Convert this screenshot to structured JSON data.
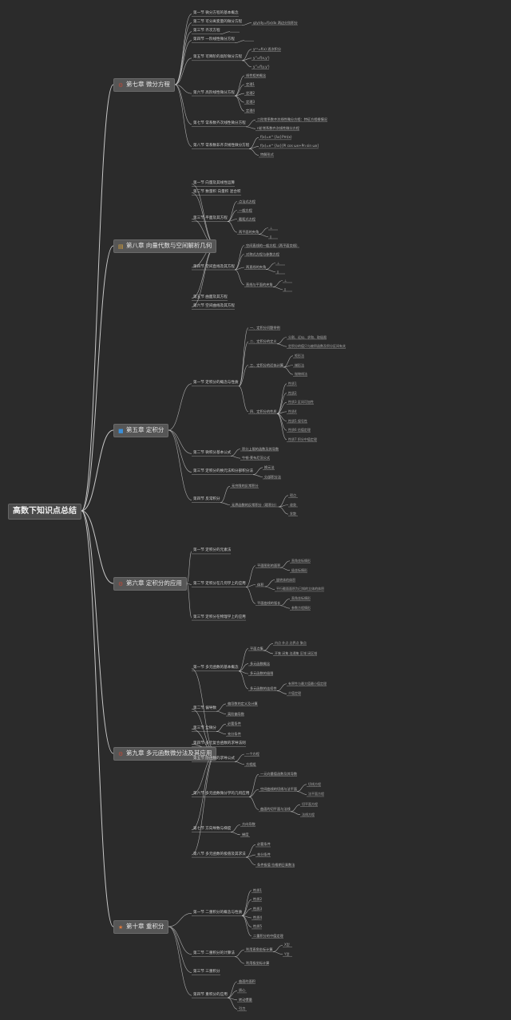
{
  "title": "高数下知识点总结",
  "chapters": [
    {
      "label": "第七章 微分方程",
      "icon": "gear-icon",
      "icon_color": "#b84a3a",
      "children": [
        {
          "label": "第一节 微分方程的基本概念"
        },
        {
          "label": "第二节 可分离变量的微分方程",
          "children": [
            {
              "label": "g(y)dy=f(x)dx 两边分别积分"
            }
          ]
        },
        {
          "label": "第三节 齐次方程",
          "children": [
            {
              "label": ""
            }
          ]
        },
        {
          "label": "第四节 一阶线性微分方程",
          "children": [
            {
              "label": ""
            }
          ]
        },
        {
          "label": "第五节 可降阶的高阶微分方程",
          "children": [
            {
              "label": "y⁽ⁿ⁾=f(x) 逐次积分"
            },
            {
              "label": "y''=f(x,y')"
            },
            {
              "label": "y''=f(y,y')"
            }
          ]
        },
        {
          "label": "第六节 高阶线性微分方程",
          "children": [
            {
              "label": "线性相关概念"
            },
            {
              "label": "定理1"
            },
            {
              "label": "定理2"
            },
            {
              "label": "定理3"
            },
            {
              "label": "定理4"
            }
          ]
        },
        {
          "label": "第七节 常系数齐次线性微分方程",
          "children": [
            {
              "label": "二阶常系数齐次线性微分方程：特征方程根情况"
            },
            {
              "label": "n阶常系数齐次线性微分方程"
            }
          ]
        },
        {
          "label": "第八节 常系数非齐次线性微分方程",
          "children": [
            {
              "label": "f(x)=e^{λx}Pm(x)"
            },
            {
              "label": "f(x)=e^{λx}[Pl cos ωx+Pn sin ωx]"
            },
            {
              "label": "特解形式"
            }
          ]
        }
      ]
    },
    {
      "label": "第八章 向量代数与空间解析几何",
      "icon": "notebook-icon",
      "icon_color": "#d9a23a",
      "children": [
        {
          "label": "第一节 向量及其线性运算"
        },
        {
          "label": "第二节 数量积 向量积 混合积"
        },
        {
          "label": "第三节 平面及其方程",
          "children": [
            {
              "label": "点法式方程"
            },
            {
              "label": "一般方程"
            },
            {
              "label": "截距式方程"
            },
            {
              "label": "两平面的夹角",
              "children": [
                {
                  "label": "⊥"
                },
                {
                  "label": "∥"
                }
              ]
            }
          ]
        },
        {
          "label": "第四节 空间直线及其方程",
          "children": [
            {
              "label": "空间直线的一般方程（两平面交线）"
            },
            {
              "label": "对称式方程与参数方程"
            },
            {
              "label": "两直线的夹角",
              "children": [
                {
                  "label": "⊥"
                },
                {
                  "label": "∥"
                }
              ]
            },
            {
              "label": "直线与平面的夹角",
              "children": [
                {
                  "label": "⊥"
                },
                {
                  "label": "∥"
                }
              ]
            }
          ]
        },
        {
          "label": "第五节 曲面及其方程"
        },
        {
          "label": "第六节 空间曲线及其方程"
        }
      ]
    },
    {
      "label": "第五章 定积分",
      "icon": "book-icon",
      "icon_color": "#3a8fd9",
      "children": [
        {
          "label": "第一节 定积分的概念与性质",
          "children": [
            {
              "label": "一、定积分问题举例"
            },
            {
              "label": "二、定积分的定义",
              "children": [
                {
                  "label": "分割、近似、求和、取极限"
                },
                {
                  "label": "定积分的值只与被积函数及积分区间有关"
                }
              ]
            },
            {
              "label": "三、定积分的近似计算",
              "children": [
                {
                  "label": "矩形法"
                },
                {
                  "label": "梯形法"
                },
                {
                  "label": "抛物线法"
                }
              ]
            },
            {
              "label": "四、定积分的性质",
              "children": [
                {
                  "label": "性质1"
                },
                {
                  "label": "性质2"
                },
                {
                  "label": "性质3 区间可加性"
                },
                {
                  "label": "性质4"
                },
                {
                  "label": "性质5 保号性"
                },
                {
                  "label": "性质6 估值定理"
                },
                {
                  "label": "性质7 积分中值定理"
                }
              ]
            }
          ]
        },
        {
          "label": "第二节 微积分基本公式",
          "children": [
            {
              "label": "积分上限的函数及其导数"
            },
            {
              "label": "牛顿-莱布尼茨公式"
            }
          ]
        },
        {
          "label": "第三节 定积分的换元法和分部积分法",
          "children": [
            {
              "label": "换元法"
            },
            {
              "label": "分部积分法"
            }
          ]
        },
        {
          "label": "第四节 反常积分",
          "children": [
            {
              "label": "无穷限的反常积分"
            },
            {
              "label": "无界函数的反常积分（瑕积分）",
              "children": [
                {
                  "label": "瑕点"
                },
                {
                  "label": "收敛"
                },
                {
                  "label": "发散"
                }
              ]
            }
          ]
        }
      ]
    },
    {
      "label": "第六章 定积分的应用",
      "icon": "gear-icon",
      "icon_color": "#b84a3a",
      "children": [
        {
          "label": "第一节 定积分的元素法"
        },
        {
          "label": "第二节 定积分在几何学上的应用",
          "children": [
            {
              "label": "平面图形的面积",
              "children": [
                {
                  "label": "直角坐标情形"
                },
                {
                  "label": "极坐标情形"
                }
              ]
            },
            {
              "label": "体积",
              "children": [
                {
                  "label": "旋转体的体积"
                },
                {
                  "label": "平行截面面积为已知的立体的体积"
                }
              ]
            },
            {
              "label": "平面曲线的弧长",
              "children": [
                {
                  "label": "直角坐标情形"
                },
                {
                  "label": "参数方程情形"
                }
              ]
            }
          ]
        },
        {
          "label": "第三节 定积分在物理学上的应用"
        }
      ]
    },
    {
      "label": "第九章 多元函数微分法及其应用",
      "icon": "gear-icon",
      "icon_color": "#b84a3a",
      "children": [
        {
          "label": "第一节 多元函数的基本概念",
          "children": [
            {
              "label": "平面点集",
              "children": [
                {
                  "label": "内点 外点 边界点 聚点"
                },
                {
                  "label": "开集 闭集 连通集 区域 闭区域"
                }
              ]
            },
            {
              "label": "多元函数概念"
            },
            {
              "label": "多元函数的极限"
            },
            {
              "label": "多元函数的连续性",
              "children": [
                {
                  "label": "有界性与最大值最小值定理"
                },
                {
                  "label": "介值定理"
                }
              ]
            }
          ]
        },
        {
          "label": "第二节 偏导数",
          "children": [
            {
              "label": "偏导数的定义及计算"
            },
            {
              "label": "高阶偏导数"
            }
          ]
        },
        {
          "label": "第三节 全微分",
          "children": [
            {
              "label": "必要条件"
            },
            {
              "label": "充分条件"
            }
          ]
        },
        {
          "label": "第四节 多元复合函数的求导法则"
        },
        {
          "label": "第五节 隐函数的求导公式",
          "children": [
            {
              "label": "一个方程"
            },
            {
              "label": "方程组"
            }
          ]
        },
        {
          "label": "第六节 多元函数微分学的几何应用",
          "children": [
            {
              "label": "一元向量值函数及其导数"
            },
            {
              "label": "空间曲线的切线与法平面",
              "children": [
                {
                  "label": "切线方程"
                },
                {
                  "label": "法平面方程"
                }
              ]
            },
            {
              "label": "曲面的切平面与法线",
              "children": [
                {
                  "label": "切平面方程"
                },
                {
                  "label": "法线方程"
                }
              ]
            }
          ]
        },
        {
          "label": "第七节 方向导数与梯度",
          "children": [
            {
              "label": "方向导数"
            },
            {
              "label": "梯度"
            }
          ]
        },
        {
          "label": "第八节 多元函数的极值及其求法",
          "children": [
            {
              "label": "必要条件"
            },
            {
              "label": "充分条件"
            },
            {
              "label": "条件极值 拉格朗日乘数法"
            }
          ]
        }
      ]
    },
    {
      "label": "第十章 重积分",
      "icon": "star-icon",
      "icon_color": "#e0783a",
      "children": [
        {
          "label": "第一节 二重积分的概念与性质",
          "children": [
            {
              "label": "性质1"
            },
            {
              "label": "性质2"
            },
            {
              "label": "性质3"
            },
            {
              "label": "性质4"
            },
            {
              "label": "性质5"
            },
            {
              "label": "二重积分的中值定理"
            }
          ]
        },
        {
          "label": "第二节 二重积分的计算法",
          "children": [
            {
              "label": "利用直角坐标计算",
              "children": [
                {
                  "label": "X型"
                },
                {
                  "label": "Y型"
                }
              ]
            },
            {
              "label": "利用极坐标计算"
            }
          ]
        },
        {
          "label": "第三节 三重积分"
        },
        {
          "label": "第四节 重积分的应用",
          "children": [
            {
              "label": "曲面的面积"
            },
            {
              "label": "质心"
            },
            {
              "label": "转动惯量"
            },
            {
              "label": "引力"
            }
          ]
        }
      ]
    }
  ],
  "colors": {
    "background": "#2b2b2b",
    "line": "#d8d8d8",
    "chapter_bg": "#565656"
  }
}
